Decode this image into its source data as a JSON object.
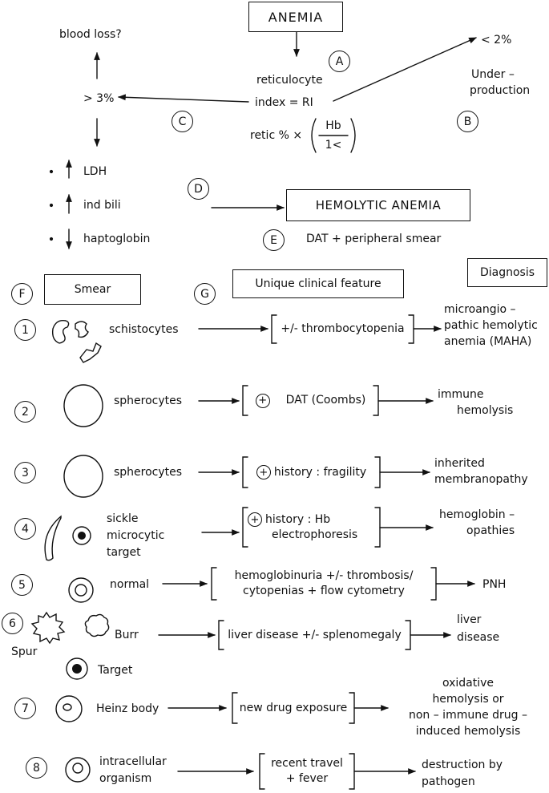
{
  "top": {
    "title": "ANEMIA",
    "ret_line1": "reticulocyte",
    "ret_line2": "index = RI",
    "formula_prefix": "retic % ×",
    "formula_num": "Hb",
    "formula_den": "1<",
    "gt3": "> 3%",
    "lt2": "< 2%",
    "underproduction_1": "Under –",
    "underproduction_2": "production",
    "blood_loss": "blood loss?",
    "lab_ldh": "LDH",
    "lab_bili": "ind bili",
    "lab_hapto": "haptoglobin",
    "hemolytic": "HEMOLYTIC ANEMIA",
    "dat_smear": "DAT + peripheral smear"
  },
  "markers": {
    "A": "A",
    "B": "B",
    "C": "C",
    "D": "D",
    "E": "E",
    "F": "F",
    "G": "G"
  },
  "headers": {
    "smear": "Smear",
    "feature": "Unique clinical feature",
    "diagnosis": "Diagnosis"
  },
  "rows": [
    {
      "num": "1",
      "smear": [
        "schistocytes"
      ],
      "feature": [
        "+/- thrombocytopenia"
      ],
      "diagnosis": [
        "microangio –",
        "pathic hemolytic",
        "anemia (MAHA)"
      ]
    },
    {
      "num": "2",
      "smear": [
        "spherocytes"
      ],
      "feature": [
        "DAT (Coombs)"
      ],
      "diagnosis": [
        "immune",
        "hemolysis"
      ]
    },
    {
      "num": "3",
      "smear": [
        "spherocytes"
      ],
      "feature": [
        "history : fragility"
      ],
      "diagnosis": [
        "inherited",
        "membranopathy"
      ]
    },
    {
      "num": "4",
      "smear": [
        "sickle",
        "microcytic",
        "target"
      ],
      "feature": [
        "history : Hb",
        "electrophoresis"
      ],
      "diagnosis": [
        "hemoglobin –",
        "opathies"
      ]
    },
    {
      "num": "5",
      "smear": [
        "normal"
      ],
      "feature": [
        "hemoglobinuria +/- thrombosis/",
        "cytopenias + flow cytometry"
      ],
      "diagnosis": [
        "PNH"
      ]
    },
    {
      "num": "6",
      "smear": [
        "Burr"
      ],
      "extra_labels": [
        "Spur",
        "Target"
      ],
      "feature": [
        "liver disease +/- splenomegaly"
      ],
      "diagnosis": [
        "liver",
        "disease"
      ]
    },
    {
      "num": "7",
      "smear": [
        "Heinz body"
      ],
      "feature": [
        "new drug exposure"
      ],
      "diagnosis": [
        "oxidative",
        "hemolysis or",
        "non – immune drug –",
        "induced hemolysis"
      ]
    },
    {
      "num": "8",
      "smear": [
        "intracellular",
        "organism"
      ],
      "feature": [
        "recent travel",
        "+ fever"
      ],
      "diagnosis": [
        "destruction by",
        "pathogen"
      ]
    }
  ]
}
